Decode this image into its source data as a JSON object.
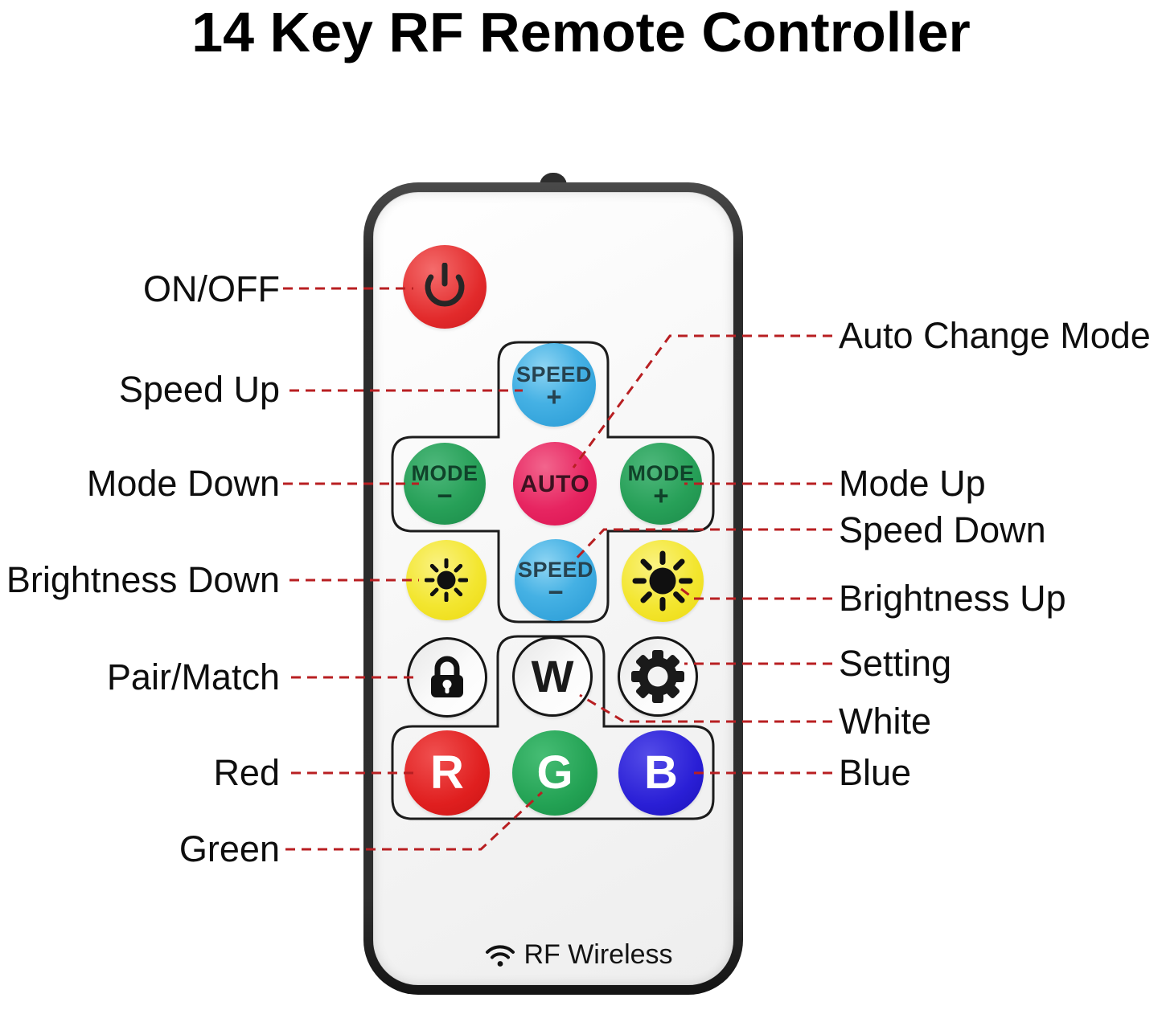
{
  "title": "14 Key RF Remote Controller",
  "colors": {
    "leader_line_red": "#b81f22",
    "panel_outline": "#1c1c1c",
    "bezel": "#2e2e2e",
    "face": "#f5f5f5"
  },
  "annotations": {
    "left": [
      {
        "text": "ON/OFF"
      },
      {
        "text": "Speed Up"
      },
      {
        "text": "Mode Down"
      },
      {
        "text": "Brightness Down"
      },
      {
        "text": "Pair/Match"
      },
      {
        "text": "Red"
      },
      {
        "text": "Green"
      }
    ],
    "right": [
      {
        "text": "Auto Change Mode"
      },
      {
        "text": "Mode Up"
      },
      {
        "text": "Speed Down"
      },
      {
        "text": "Brightness Up"
      },
      {
        "text": "Setting"
      },
      {
        "text": "White"
      },
      {
        "text": "Blue"
      }
    ]
  },
  "remote": {
    "buttons": {
      "power": {
        "icon": "power-icon"
      },
      "speed_up": {
        "line1": "SPEED",
        "line2": "+"
      },
      "mode_down": {
        "line1": "MODE",
        "line2": "−"
      },
      "auto": {
        "label": "AUTO"
      },
      "mode_up": {
        "line1": "MODE",
        "line2": "+"
      },
      "brightness_down": {
        "icon": "sun-small-icon"
      },
      "speed_down": {
        "line1": "SPEED",
        "line2": "−"
      },
      "brightness_up": {
        "icon": "sun-large-icon"
      },
      "pair": {
        "icon": "lock-icon"
      },
      "white": {
        "label": "W"
      },
      "setting": {
        "icon": "gear-icon"
      },
      "red": {
        "label": "R"
      },
      "green": {
        "label": "G"
      },
      "blue": {
        "label": "B"
      }
    },
    "branding": {
      "icon": "wifi-icon",
      "text": "RF Wireless"
    }
  }
}
